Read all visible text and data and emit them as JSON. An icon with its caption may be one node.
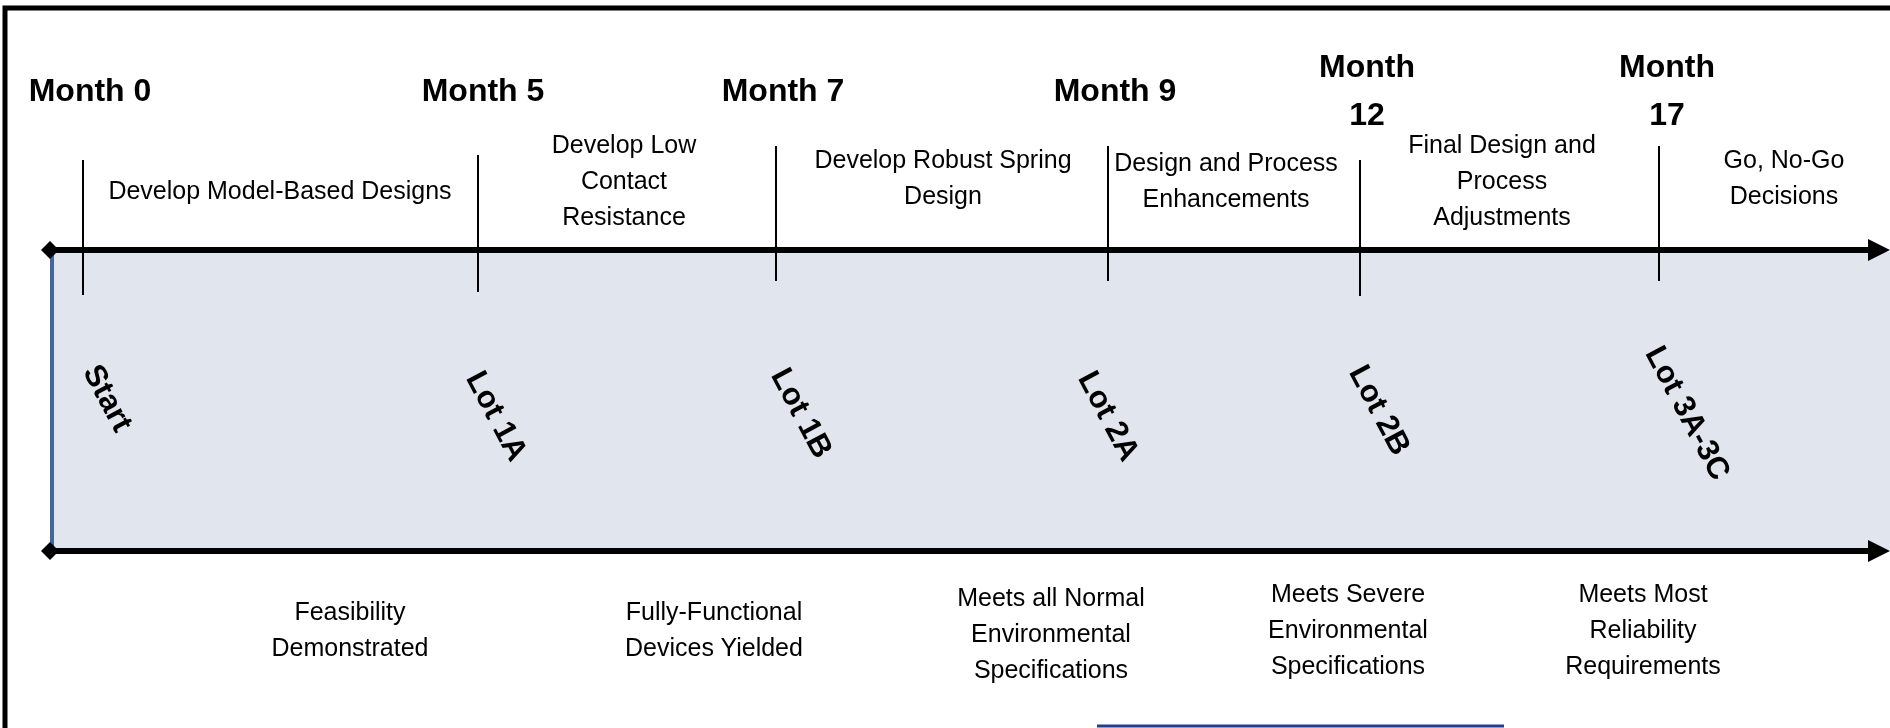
{
  "diagram": {
    "labels": [
      "Month 0",
      "Month 5",
      "Month 7",
      "Month 9",
      "Month 12",
      "Month 17",
      "Develop Model-Based Designs",
      "Develop Low Contact Resistance",
      "Develop Robust Spring Design",
      "Design and Process Enhancements",
      "Final Design and Process Adjustments",
      "Go, No-Go Decisions",
      "Start",
      "Lot 1A",
      "Lot 1B",
      "Lot 2A",
      "Lot 2B",
      "Lot 3A-3C",
      "Feasibility Demonstrated",
      "Fully-Functional Devices Yielded",
      "Meets all Normal Environmental Specifications",
      "Meets Severe Environmental Specifications",
      "Meets Most Reliability Requirements"
    ]
  }
}
